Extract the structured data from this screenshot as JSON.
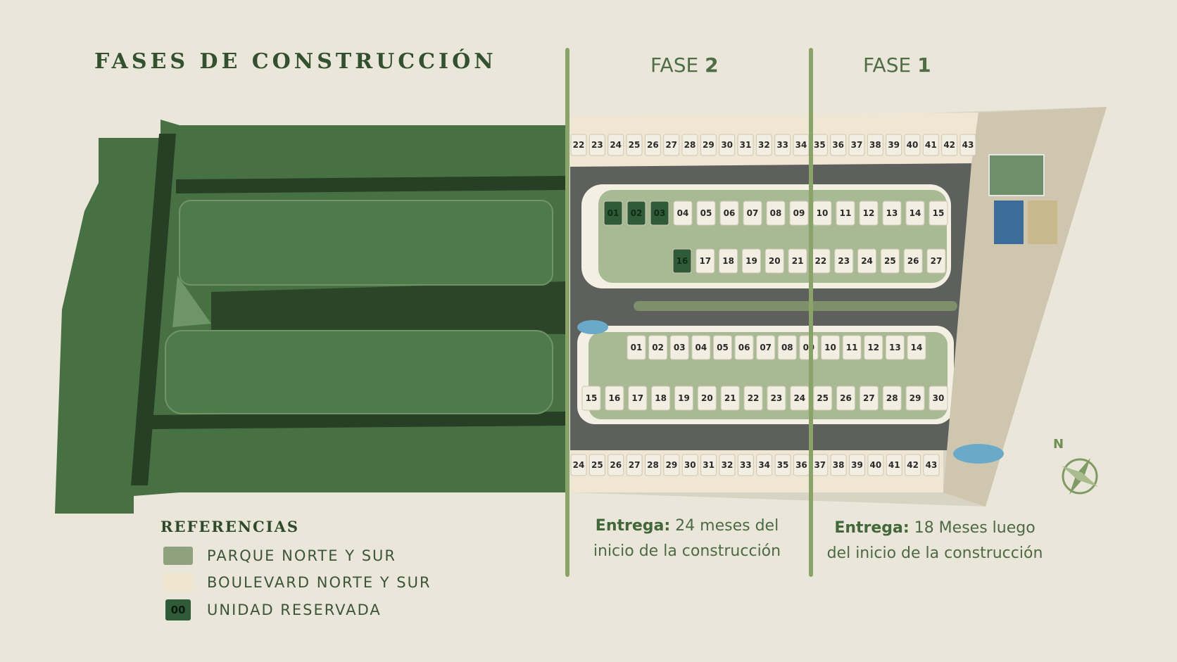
{
  "title": "FASES DE CONSTRUCCIÓN",
  "phases": [
    {
      "prefix": "FASE ",
      "number": "2",
      "delivery_label": "Entrega:",
      "delivery_line1": " 24 meses del",
      "delivery_line2": "inicio de la construcción"
    },
    {
      "prefix": "FASE ",
      "number": "1",
      "delivery_label": "Entrega:",
      "delivery_line1": " 18 Meses luego",
      "delivery_line2": "del inicio de la construcción"
    }
  ],
  "legend": {
    "title": "REFERENCIAS",
    "items": [
      {
        "label": "PARQUE NORTE Y SUR",
        "color": "#8fa27f"
      },
      {
        "label": "BOULEVARD NORTE Y SUR",
        "color": "#efe6cf"
      },
      {
        "label": "UNIDAD RESERVADA",
        "badge": "00",
        "color": "#2f5b38"
      }
    ]
  },
  "compass": {
    "label": "N"
  },
  "colors": {
    "accent": "#8aa368",
    "dark_green_overlay": "#3f6a3b",
    "road": "#5a5d5a",
    "lawn": "#9fb38c",
    "lot": "#f3eee2",
    "reserved": "#2f5b38"
  },
  "lot_rows": {
    "north_boulevard": [
      "22",
      "23",
      "24",
      "25",
      "26",
      "27",
      "28",
      "29",
      "30",
      "31",
      "32",
      "33",
      "34",
      "35",
      "36",
      "37",
      "38",
      "39",
      "40",
      "41",
      "42",
      "43"
    ],
    "north_block_top": [
      "01",
      "02",
      "03",
      "04",
      "05",
      "06",
      "07",
      "08",
      "09",
      "10",
      "11",
      "12",
      "13",
      "14",
      "15"
    ],
    "north_block_bottom": [
      "16",
      "17",
      "18",
      "19",
      "20",
      "21",
      "22",
      "23",
      "24",
      "25",
      "26",
      "27"
    ],
    "south_block_top": [
      "01",
      "02",
      "03",
      "04",
      "05",
      "06",
      "07",
      "08",
      "09",
      "10",
      "11",
      "12",
      "13",
      "14"
    ],
    "south_block_bottom": [
      "15",
      "16",
      "17",
      "18",
      "19",
      "20",
      "21",
      "22",
      "23",
      "24",
      "25",
      "26",
      "27",
      "28",
      "29",
      "30"
    ],
    "south_boulevard": [
      "24",
      "25",
      "26",
      "27",
      "28",
      "29",
      "30",
      "31",
      "32",
      "33",
      "34",
      "35",
      "36",
      "37",
      "38",
      "39",
      "40",
      "41",
      "42",
      "43"
    ]
  },
  "reserved_units": {
    "north_block_top": [
      "01",
      "02",
      "03"
    ],
    "north_block_bottom": [
      "16"
    ]
  }
}
